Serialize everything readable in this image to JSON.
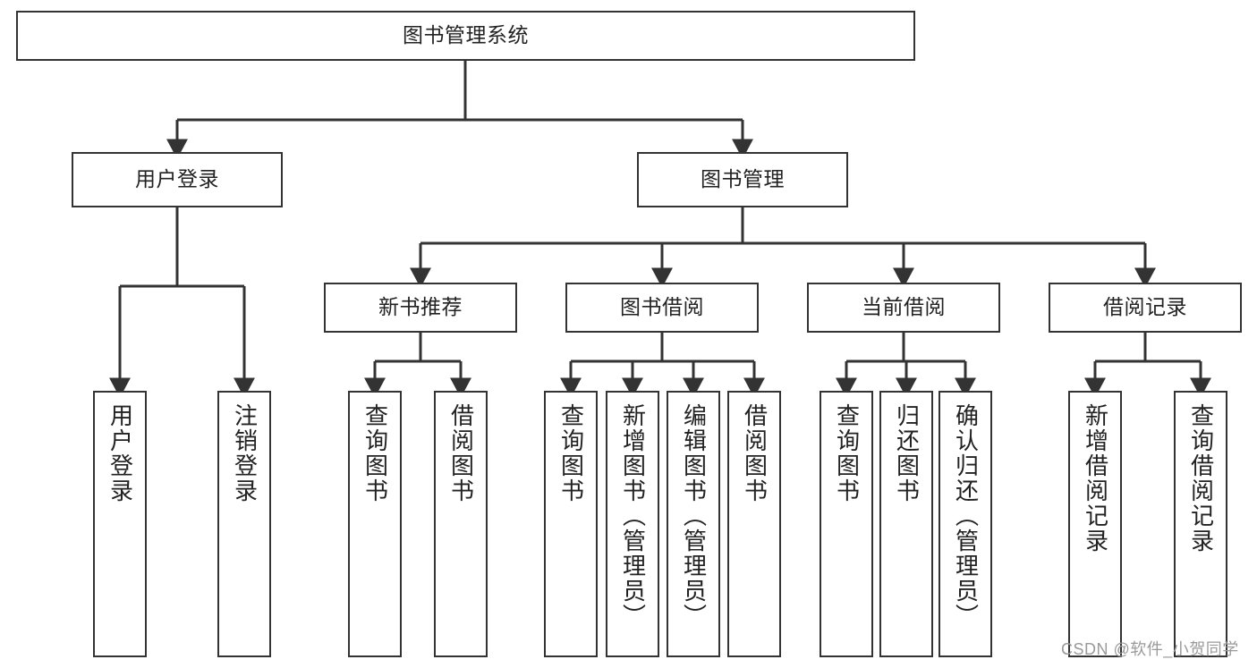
{
  "diagram": {
    "title": "图书管理系统",
    "type": "tree-hierarchy-diagram",
    "root": {
      "id": "root",
      "label": "图书管理系统"
    },
    "level2": [
      {
        "id": "user-login",
        "label": "用户登录"
      },
      {
        "id": "book-manage",
        "label": "图书管理"
      }
    ],
    "level3": [
      {
        "id": "new-book-rec",
        "label": "新书推荐"
      },
      {
        "id": "book-borrow",
        "label": "图书借阅"
      },
      {
        "id": "current-borrow",
        "label": "当前借阅"
      },
      {
        "id": "borrow-record",
        "label": "借阅记录"
      }
    ],
    "leaves": {
      "user_login": [
        {
          "id": "leaf-user-login",
          "label": "用户登录"
        },
        {
          "id": "leaf-logout-login",
          "label": "注销登录"
        }
      ],
      "new_book_rec": [
        {
          "id": "leaf-query-book-1",
          "label": "查询图书"
        },
        {
          "id": "leaf-borrow-book-1",
          "label": "借阅图书"
        }
      ],
      "book_borrow": [
        {
          "id": "leaf-query-book-2",
          "label": "查询图书"
        },
        {
          "id": "leaf-add-book",
          "label": "新增图书（管理员）"
        },
        {
          "id": "leaf-edit-book",
          "label": "编辑图书（管理员）"
        },
        {
          "id": "leaf-borrow-book-2",
          "label": "借阅图书"
        }
      ],
      "current_borrow": [
        {
          "id": "leaf-query-book-3",
          "label": "查询图书"
        },
        {
          "id": "leaf-return-book",
          "label": "归还图书"
        },
        {
          "id": "leaf-confirm-return",
          "label": "确认归还（管理员）"
        }
      ],
      "borrow_record": [
        {
          "id": "leaf-add-record",
          "label": "新增借阅记录"
        },
        {
          "id": "leaf-query-record",
          "label": "查询借阅记录"
        }
      ]
    },
    "colors": {
      "border": "#333333",
      "background": "#ffffff",
      "text": "#222222",
      "watermark": "#9a9a9a"
    }
  },
  "watermark": {
    "text": "CSDN @软件_小贺同学"
  }
}
